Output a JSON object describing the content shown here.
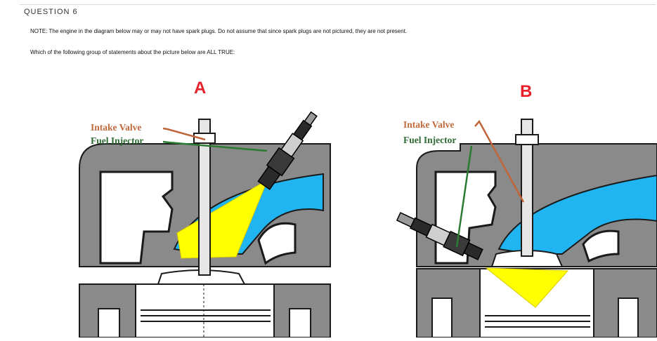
{
  "question": {
    "title": "QUESTION 6",
    "note": "NOTE: The engine in the diagram below may or may not have spark plugs. Do not assume that since spark plugs are not pictured, they are not present.",
    "prompt": "Which of the following group of statements about the picture below are ALL TRUE:"
  },
  "figure": {
    "panel_a": {
      "letter": "A",
      "intake_valve_label": "Intake Valve",
      "fuel_injector_label": "Fuel Injector"
    },
    "panel_b": {
      "letter": "B",
      "intake_valve_label": "Intake Valve",
      "fuel_injector_label": "Fuel Injector"
    },
    "colors": {
      "letter": "#e8202a",
      "intake_label": "#c06a3c",
      "injector_label": "#2e6b34",
      "intake_arrow": "#c0643a",
      "injector_arrow": "#2c7a34",
      "spray": "#ffff00",
      "port": "#20b4f0",
      "engine_gray": "#8a8a8a"
    }
  }
}
